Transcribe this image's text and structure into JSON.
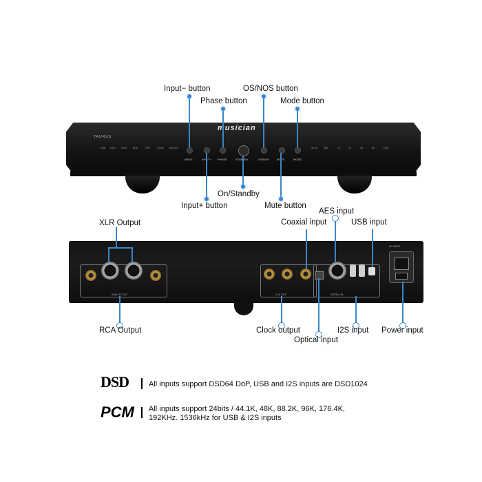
{
  "front_callouts": {
    "input_minus": "Input− button",
    "phase": "Phase button",
    "os_nos": "OS/NOS button",
    "mode": "Mode button",
    "on_standby": "On/Standby",
    "input_plus": "Input+ button",
    "mute": "Mute button"
  },
  "front_panel": {
    "brand": "musician",
    "model": "TAURUS",
    "left_leds": [
      "USB",
      "OS-1",
      "OS-2",
      "BCK",
      "OPT",
      "COAX",
      "CLK-EXT"
    ],
    "right_leds": [
      "44.1K",
      "48K",
      "1X",
      "2X",
      "4X",
      "8X",
      "DSD"
    ],
    "button_labels": [
      "INPUT-",
      "INPUT+",
      "PHASE",
      "STANDBY",
      "OS/NOS",
      "MUTE",
      "MODE"
    ]
  },
  "rear_callouts": {
    "xlr_output": "XLR Output",
    "rca_output": "RCA Output",
    "coaxial_input": "Coaxial input",
    "aes_input": "AES input",
    "usb_input": "USB input",
    "clock_output": "Clock output",
    "optical_input": "Optical input",
    "i2s_input": "I2S input",
    "power_input": "Power input"
  },
  "rear_panel": {
    "analog_out": "ANALOG OUT",
    "clk_out": "CLK OUT",
    "digital_in": "DIGITAL IN",
    "ac_input": "AC INPUT"
  },
  "specs": {
    "dsd_symbol": "DSD",
    "dsd_text": "All inputs support DSD64 DoP, USB and I2S inputs are DSD1024",
    "pcm_symbol": "PCM",
    "pcm_line1": "All inputs support 24bits / 44.1K, 48K, 88.2K, 96K, 176.4K,",
    "pcm_line2": "192KHz. 1536kHz for USB & I2S inputs"
  }
}
